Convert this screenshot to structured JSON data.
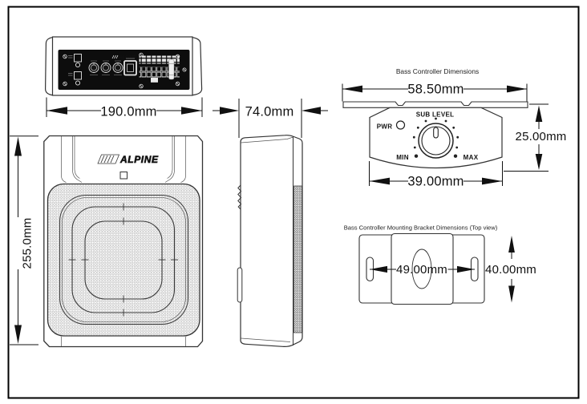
{
  "brand": "ALPINE",
  "dims": {
    "top_width": "190.0mm",
    "depth": "74.0mm",
    "height": "255.0mm",
    "flange_width": "58.50mm",
    "controller_height": "25.00mm",
    "controller_width": "39.00mm",
    "slot_span": "49.00mm",
    "bracket_depth": "40.00mm"
  },
  "controller": {
    "title": "Bass Controller Dimensions",
    "pwr": "PWR",
    "sub_level": "SUB LEVEL",
    "min": "MIN",
    "max": "MAX"
  },
  "bracket": {
    "title": "Bass Controller Mounting Bracket Dimensions (Top view)"
  },
  "colors": {
    "line": "#333333",
    "dimension": "#111111",
    "amp_panel": "#0d0d0d",
    "mesh": "#b5b5b5",
    "background": "#ffffff"
  }
}
